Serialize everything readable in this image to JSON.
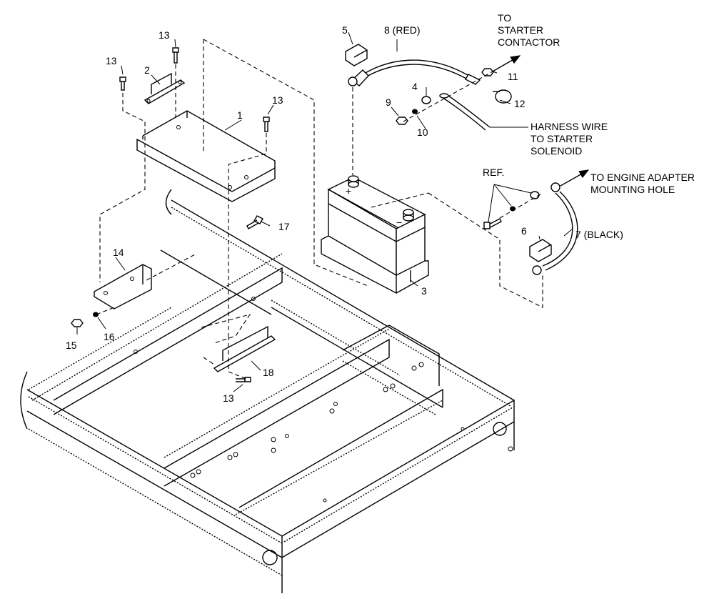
{
  "callouts": {
    "c1": "1",
    "c2": "2",
    "c3": "3",
    "c4": "4",
    "c5": "5",
    "c6": "6",
    "c7": "7 (BLACK)",
    "c8": "8 (RED)",
    "c9": "9",
    "c10": "10",
    "c11": "11",
    "c12": "12",
    "c13a": "13",
    "c13b": "13",
    "c13c": "13",
    "c13d": "13",
    "c14": "14",
    "c15": "15",
    "c16": "16",
    "c17": "17",
    "c18": "18"
  },
  "notes": {
    "starter_line1": "TO",
    "starter_line2": "STARTER",
    "starter_line3": "CONTACTOR",
    "harness_line1": "HARNESS WIRE",
    "harness_line2": "TO STARTER",
    "harness_line3": "SOLENOID",
    "engine_line1": "TO ENGINE ADAPTER",
    "engine_line2": "MOUNTING HOLE",
    "ref": "REF."
  },
  "battery_terminals": {
    "positive": "+",
    "negative": "−"
  }
}
